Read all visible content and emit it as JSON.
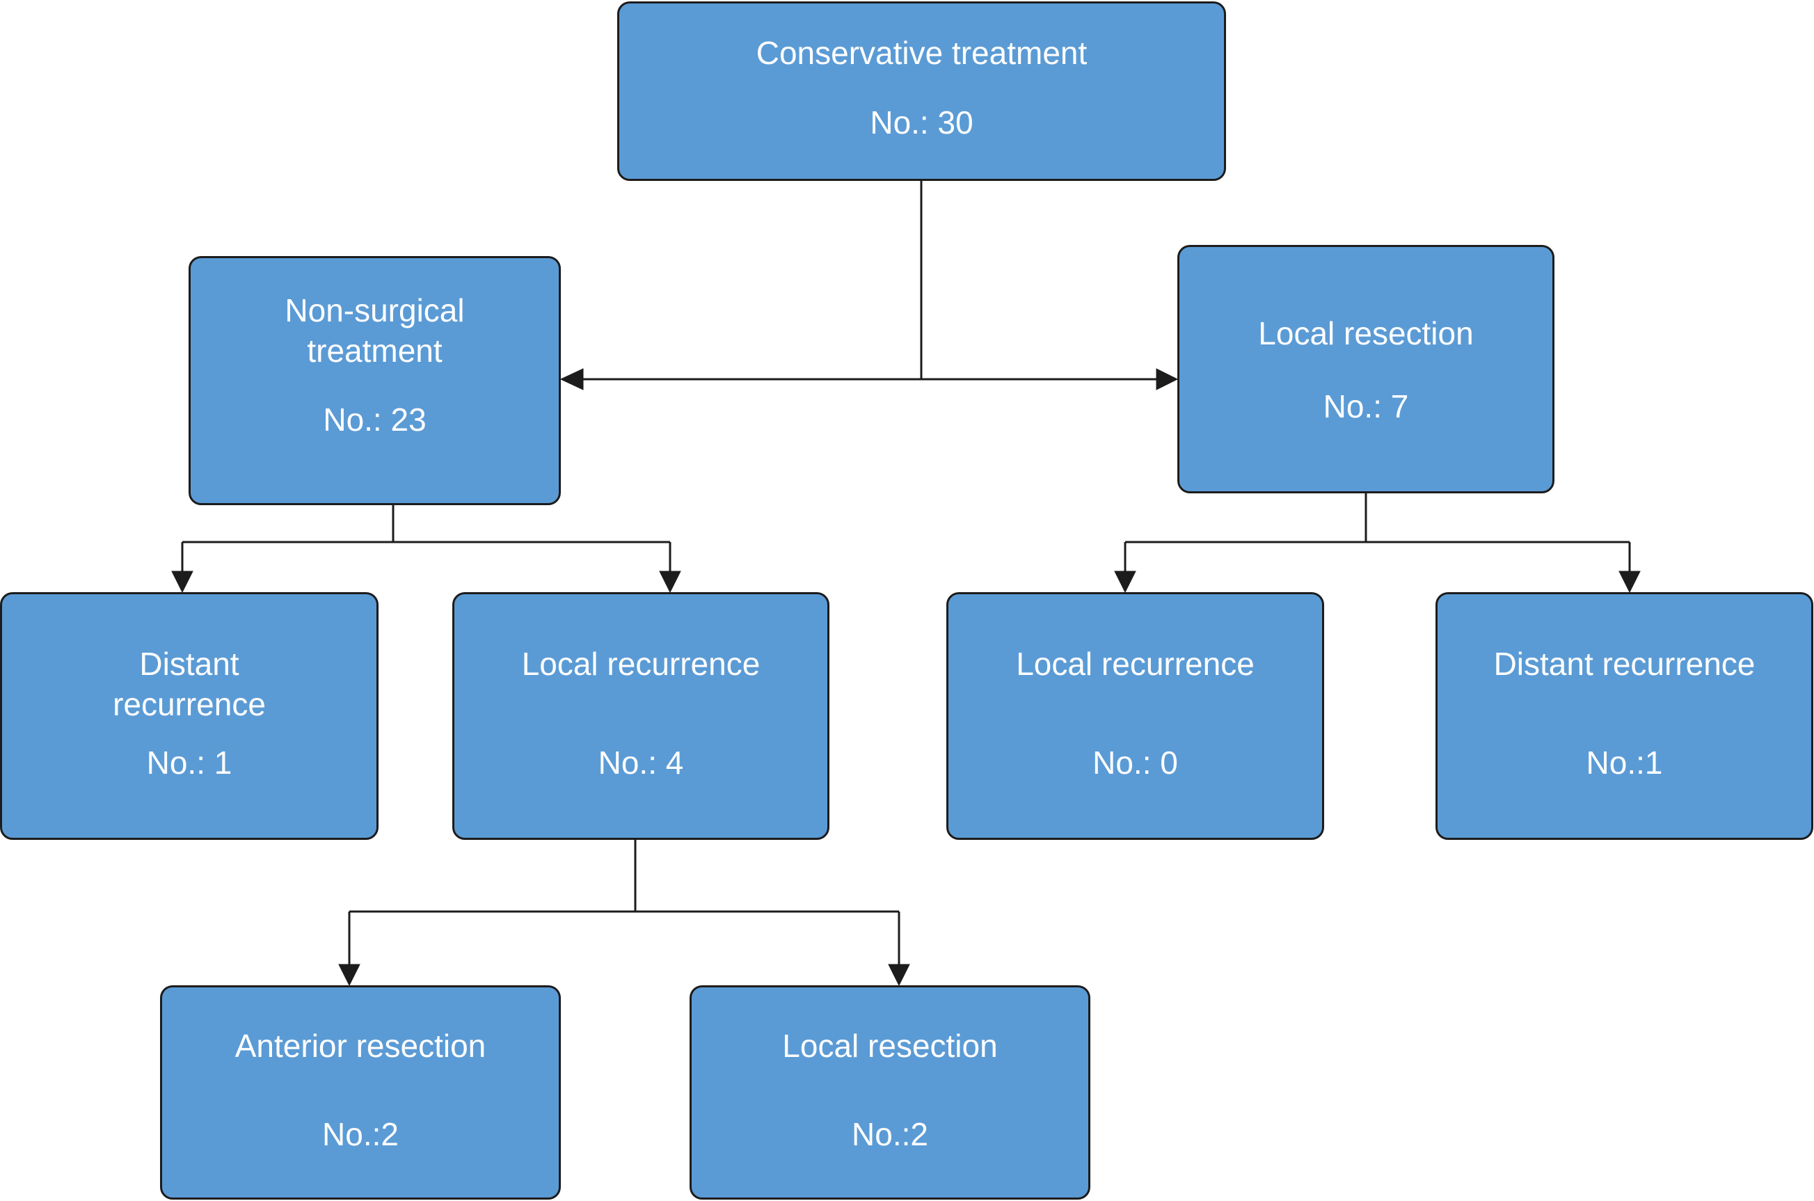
{
  "diagram": {
    "nodes": {
      "root": {
        "label": "Conservative treatment",
        "count": "No.: 30"
      },
      "nonsurg": {
        "label": "Non-surgical\ntreatment",
        "count": "No.: 23"
      },
      "locres": {
        "label": "Local resection",
        "count": "No.: 7"
      },
      "dist1": {
        "label": "Distant\nrecurrence",
        "count": "No.: 1"
      },
      "locrec1": {
        "label": "Local recurrence",
        "count": "No.: 4"
      },
      "locrec2": {
        "label": "Local recurrence",
        "count": "No.: 0"
      },
      "dist2": {
        "label": "Distant recurrence",
        "count": "No.:1"
      },
      "antres": {
        "label": "Anterior resection",
        "count": "No.:2"
      },
      "locres2": {
        "label": "Local resection",
        "count": "No.:2"
      }
    },
    "colors": {
      "node_fill": "#5b9bd5",
      "node_border": "#1c1c1c",
      "text": "#ffffff",
      "connector": "#1c1c1c"
    }
  }
}
